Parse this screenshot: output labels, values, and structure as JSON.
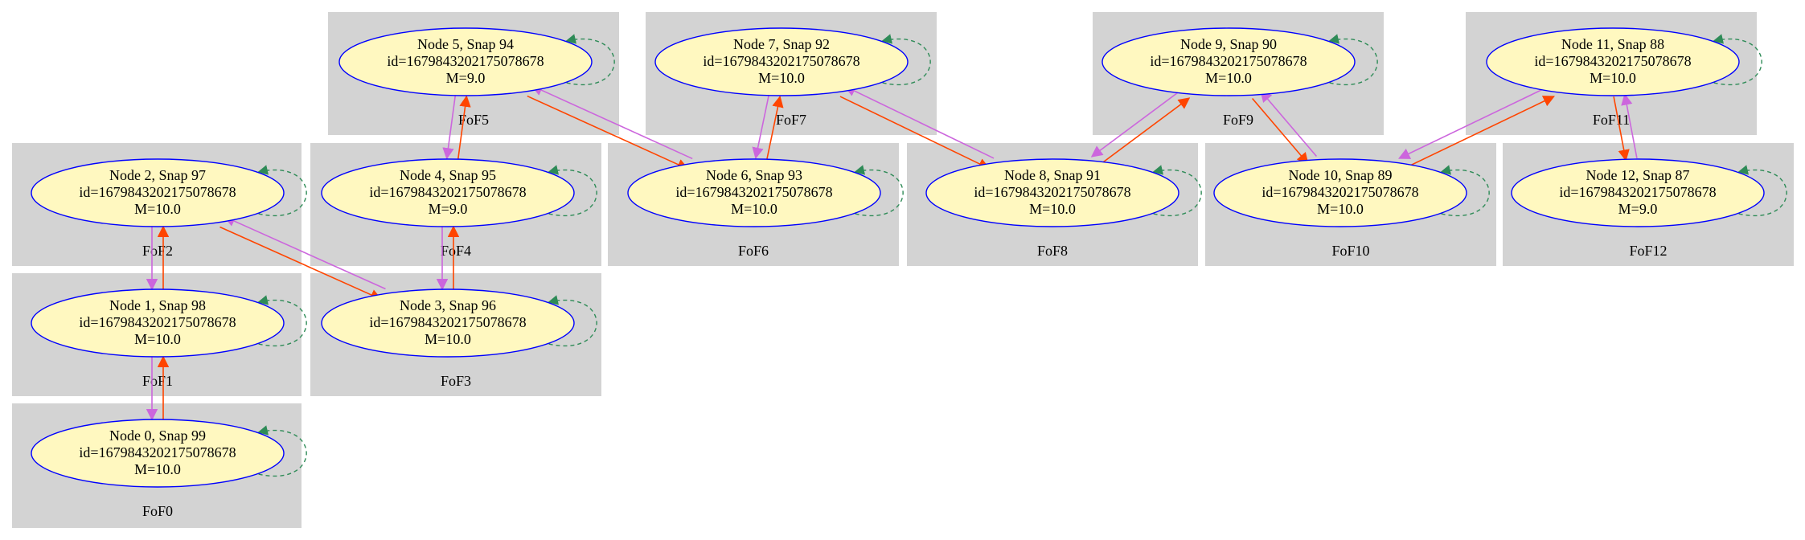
{
  "graph": {
    "colors": {
      "cluster_fill": "#d3d3d3",
      "node_fill": "#fff8c0",
      "node_border": "#0000ff",
      "edge_descendant": "#ff4500",
      "edge_progenitor": "#cc66dd",
      "self_loop": "#2e8b57"
    },
    "clusters": [
      {
        "id": "fof0",
        "label": "FoF0"
      },
      {
        "id": "fof1",
        "label": "FoF1"
      },
      {
        "id": "fof2",
        "label": "FoF2"
      },
      {
        "id": "fof3",
        "label": "FoF3"
      },
      {
        "id": "fof4",
        "label": "FoF4"
      },
      {
        "id": "fof5",
        "label": "FoF5"
      },
      {
        "id": "fof6",
        "label": "FoF6"
      },
      {
        "id": "fof7",
        "label": "FoF7"
      },
      {
        "id": "fof8",
        "label": "FoF8"
      },
      {
        "id": "fof9",
        "label": "FoF9"
      },
      {
        "id": "fof10",
        "label": "FoF10"
      },
      {
        "id": "fof11",
        "label": "FoF11"
      },
      {
        "id": "fof12",
        "label": "FoF12"
      }
    ],
    "nodes": [
      {
        "node": "Node 0, Snap 99",
        "id": "id=1679843202175078678",
        "mass": "M=10.0"
      },
      {
        "node": "Node 1, Snap 98",
        "id": "id=1679843202175078678",
        "mass": "M=10.0"
      },
      {
        "node": "Node 2, Snap 97",
        "id": "id=1679843202175078678",
        "mass": "M=10.0"
      },
      {
        "node": "Node 3, Snap 96",
        "id": "id=1679843202175078678",
        "mass": "M=10.0"
      },
      {
        "node": "Node 4, Snap 95",
        "id": "id=1679843202175078678",
        "mass": "M=9.0"
      },
      {
        "node": "Node 5, Snap 94",
        "id": "id=1679843202175078678",
        "mass": "M=9.0"
      },
      {
        "node": "Node 6, Snap 93",
        "id": "id=1679843202175078678",
        "mass": "M=10.0"
      },
      {
        "node": "Node 7, Snap 92",
        "id": "id=1679843202175078678",
        "mass": "M=10.0"
      },
      {
        "node": "Node 8, Snap 91",
        "id": "id=1679843202175078678",
        "mass": "M=10.0"
      },
      {
        "node": "Node 9, Snap 90",
        "id": "id=1679843202175078678",
        "mass": "M=10.0"
      },
      {
        "node": "Node 10, Snap 89",
        "id": "id=1679843202175078678",
        "mass": "M=10.0"
      },
      {
        "node": "Node 11, Snap 88",
        "id": "id=1679843202175078678",
        "mass": "M=10.0"
      },
      {
        "node": "Node 12, Snap 87",
        "id": "id=1679843202175078678",
        "mass": "M=9.0"
      }
    ],
    "edges": [
      {
        "from": 0,
        "to": 1
      },
      {
        "from": 1,
        "to": 2
      },
      {
        "from": 2,
        "to": 3
      },
      {
        "from": 3,
        "to": 4
      },
      {
        "from": 4,
        "to": 5
      },
      {
        "from": 5,
        "to": 6
      },
      {
        "from": 6,
        "to": 7
      },
      {
        "from": 7,
        "to": 8
      },
      {
        "from": 8,
        "to": 9
      },
      {
        "from": 9,
        "to": 10
      },
      {
        "from": 10,
        "to": 11
      },
      {
        "from": 11,
        "to": 12
      }
    ]
  }
}
